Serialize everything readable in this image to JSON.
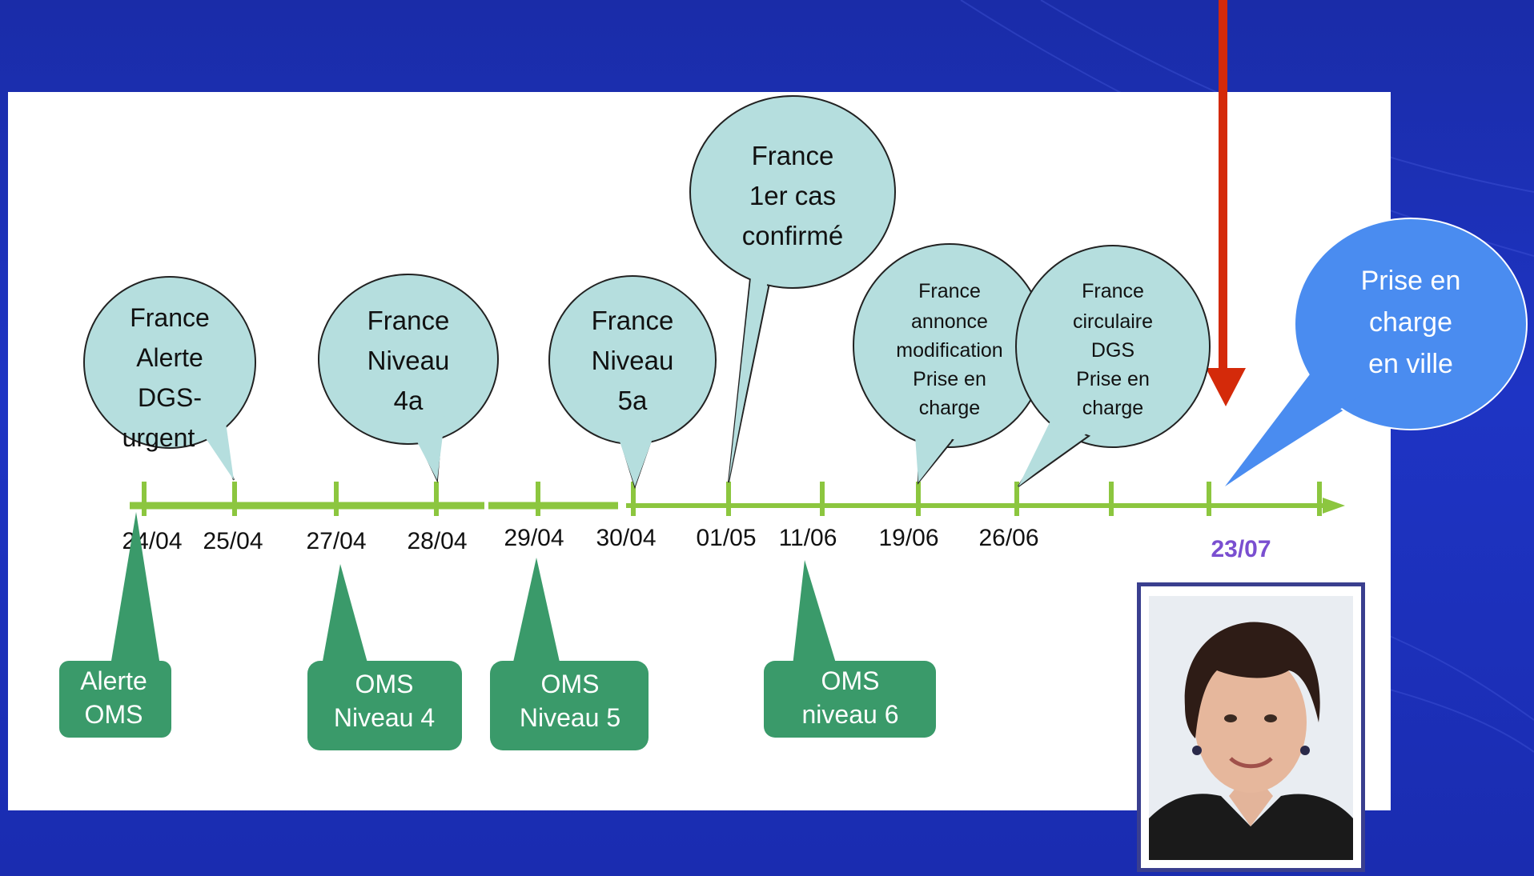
{
  "france_bubbles": [
    {
      "lines": [
        "France",
        "Alerte",
        "DGS-",
        "urgent"
      ]
    },
    {
      "lines": [
        "France",
        "Niveau",
        "4a"
      ]
    },
    {
      "lines": [
        "France",
        "Niveau",
        "5a"
      ]
    },
    {
      "lines": [
        "France",
        "1er cas",
        "confirmé"
      ]
    },
    {
      "lines": [
        "France",
        "annonce",
        "modification",
        "Prise en",
        "charge"
      ]
    },
    {
      "lines": [
        "France",
        "circulaire",
        "DGS",
        "Prise en",
        "charge"
      ]
    }
  ],
  "dates": [
    "24/04",
    "25/04",
    "27/04",
    "28/04",
    "29/04",
    "30/04",
    "01/05",
    "11/06",
    "19/06",
    "26/06"
  ],
  "highlight_date": "23/07",
  "oms_boxes": [
    {
      "lines": [
        "Alerte",
        "OMS"
      ]
    },
    {
      "lines": [
        "OMS",
        "Niveau 4"
      ]
    },
    {
      "lines": [
        "OMS",
        "Niveau 5"
      ]
    },
    {
      "lines": [
        "OMS",
        "niveau 6"
      ]
    }
  ],
  "callout": {
    "lines": [
      "Prise en",
      "charge",
      "en ville"
    ]
  },
  "colors": {
    "timeline": "#8cc63f",
    "bubble": "#b5dede",
    "oms": "#3a9a6a",
    "callout": "#4a8cf0",
    "arrow": "#d42a0a",
    "highlight": "#7a4fd0"
  }
}
